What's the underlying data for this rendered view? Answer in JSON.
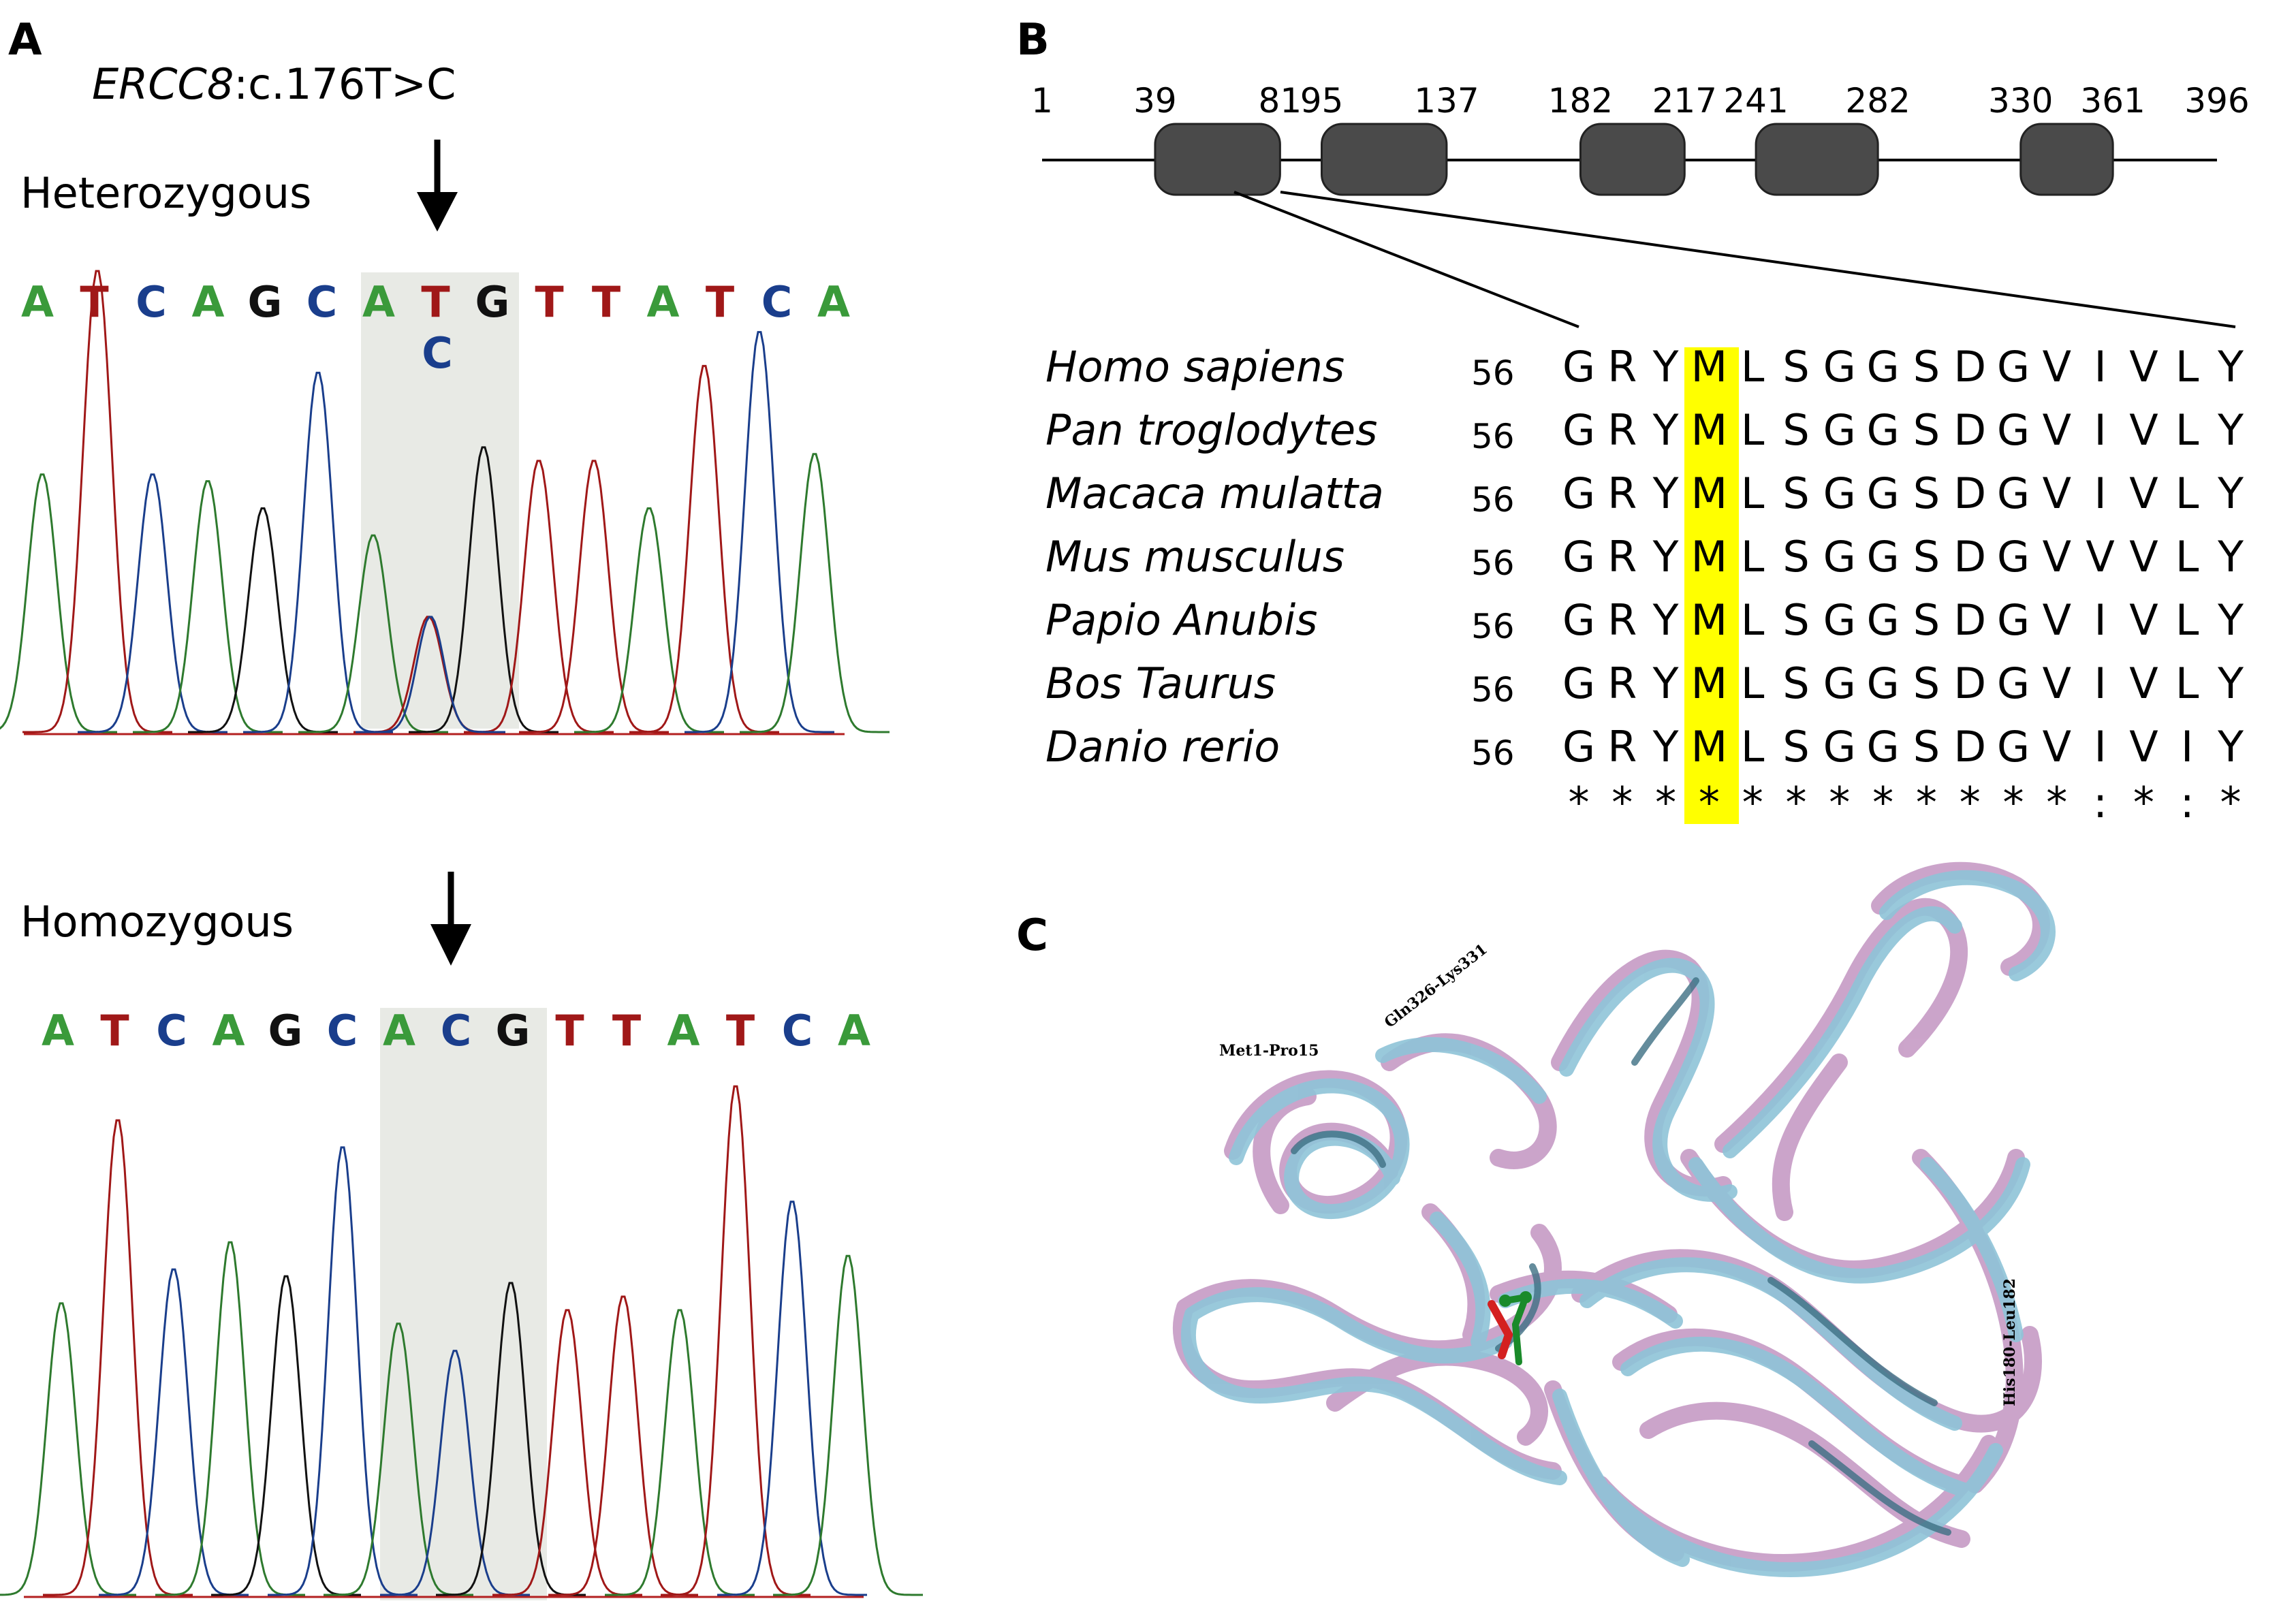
{
  "panels": {
    "a": {
      "letter": "A",
      "gene": "ERCC8",
      "variant": ":c.176T>C",
      "heterozygous": {
        "label": "Heterozygous",
        "bases": [
          "A",
          "T",
          "C",
          "A",
          "G",
          "C",
          "A",
          "T",
          "G",
          "T",
          "T",
          "A",
          "T",
          "C",
          "A"
        ],
        "secondary_base": "C",
        "secondary_index": 7,
        "highlight_range": [
          6,
          8
        ]
      },
      "homozygous": {
        "label": "Homozygous",
        "bases": [
          "A",
          "T",
          "C",
          "A",
          "G",
          "C",
          "A",
          "C",
          "G",
          "T",
          "T",
          "A",
          "T",
          "C",
          "A"
        ],
        "highlight_range": [
          6,
          8
        ]
      },
      "base_colors": {
        "A": "#3a9a3a",
        "T": "#a01818",
        "C": "#1a3e8c",
        "G": "#111111"
      }
    },
    "b": {
      "letter": "B",
      "positions": [
        "1",
        "39",
        "81",
        "95",
        "137",
        "182",
        "217",
        "241",
        "282",
        "330",
        "361",
        "396"
      ],
      "domains": [
        [
          39,
          81
        ],
        [
          95,
          137
        ],
        [
          182,
          217
        ],
        [
          241,
          282
        ],
        [
          330,
          361
        ]
      ],
      "length": 396,
      "highlight_color": "#ffff00",
      "alignment": [
        {
          "species": "Homo sapiens",
          "start": "56",
          "seq": "GRYMLSGGSDGVIVLY"
        },
        {
          "species": "Pan troglodytes",
          "start": "56",
          "seq": "GRYMLSGGSDGVIVLY"
        },
        {
          "species": "Macaca mulatta",
          "start": "56",
          "seq": "GRYMLSGGSDGVIVLY"
        },
        {
          "species": "Mus musculus",
          "start": "56",
          "seq": "GRYMLSGGSDGVVVLY"
        },
        {
          "species": "Papio Anubis",
          "start": "56",
          "seq": "GRYMLSGGSDGVIVLY"
        },
        {
          "species": "Bos Taurus",
          "start": "56",
          "seq": "GRYMLSGGSDGVIVLY"
        },
        {
          "species": "Danio rerio",
          "start": "56",
          "seq": "GRYMLSGGSDGVIVIY"
        }
      ],
      "conservation": [
        "*",
        "*",
        "*",
        "*",
        "*",
        "*",
        "*",
        "*",
        "*",
        "*",
        "*",
        "*",
        ":",
        "*",
        ":",
        "*"
      ]
    },
    "c": {
      "letter": "C",
      "annotations": [
        "Met1-Pro15",
        "Gln326-Lys331",
        "His180-Leu182"
      ],
      "colors": {
        "structure_a": "#c9a0c8",
        "structure_b": "#8fc4d8"
      }
    }
  }
}
